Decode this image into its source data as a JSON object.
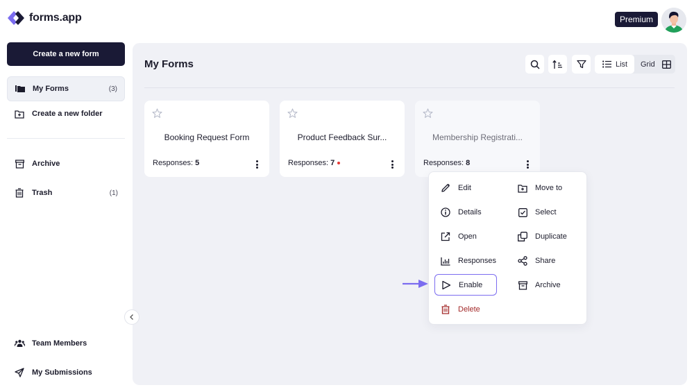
{
  "app": {
    "name": "forms.app",
    "plan_badge": "Premium"
  },
  "colors": {
    "brand_dark": "#1a1a36",
    "accent": "#7b6cf0",
    "danger": "#a32a2a",
    "notify_dot": "#e53935"
  },
  "sidebar": {
    "create_button": "Create a new form",
    "items": [
      {
        "label": "My Forms",
        "count": "(3)",
        "icon": "folder-stack-icon",
        "active": true
      },
      {
        "label": "Create a new folder",
        "icon": "folder-plus-icon"
      },
      {
        "label": "Archive",
        "icon": "archive-icon"
      },
      {
        "label": "Trash",
        "count": "(1)",
        "icon": "trash-icon"
      },
      {
        "label": "Team Members",
        "icon": "team-icon"
      },
      {
        "label": "My Submissions",
        "icon": "paper-plane-icon"
      }
    ]
  },
  "main": {
    "title": "My Forms",
    "toolbar": {
      "search": "search-icon",
      "sort": "sort-icon",
      "filter": "filter-icon",
      "list_label": "List",
      "grid_label": "Grid",
      "selected_view": "Grid"
    },
    "forms": [
      {
        "title": "Booking Request Form",
        "responses_label": "Responses:",
        "responses": "5",
        "new": false
      },
      {
        "title": "Product Feedback Sur...",
        "responses_label": "Responses:",
        "responses": "7",
        "new": true
      },
      {
        "title": "Membership Registrati...",
        "responses_label": "Responses:",
        "responses": "8",
        "new": false,
        "disabled": true
      }
    ]
  },
  "context_menu": {
    "left": [
      {
        "label": "Edit",
        "icon": "pencil-icon"
      },
      {
        "label": "Details",
        "icon": "info-icon"
      },
      {
        "label": "Open",
        "icon": "external-link-icon"
      },
      {
        "label": "Responses",
        "icon": "bar-chart-icon"
      },
      {
        "label": "Enable",
        "icon": "play-icon",
        "highlighted": true
      },
      {
        "label": "Delete",
        "icon": "trash-icon",
        "danger": true
      }
    ],
    "right": [
      {
        "label": "Move to",
        "icon": "folder-plus-icon"
      },
      {
        "label": "Select",
        "icon": "checkbox-icon"
      },
      {
        "label": "Duplicate",
        "icon": "copy-icon"
      },
      {
        "label": "Share",
        "icon": "share-icon"
      },
      {
        "label": "Archive",
        "icon": "archive-icon"
      }
    ]
  }
}
